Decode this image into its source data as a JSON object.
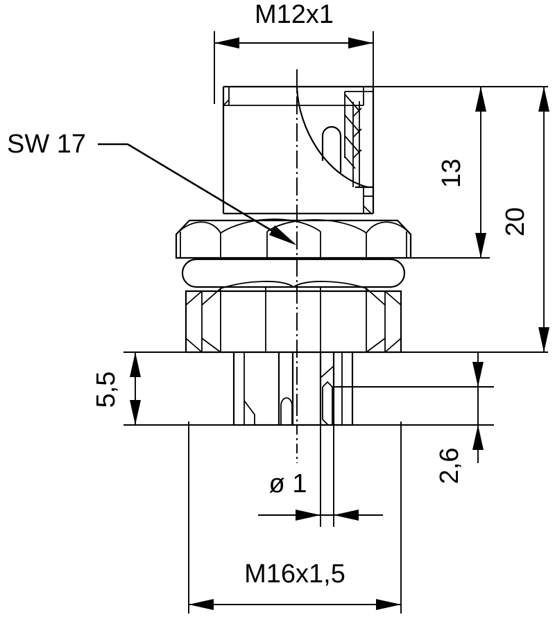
{
  "drawing": {
    "title": "Technical drawing - threaded sensor fitting",
    "background_color": "#ffffff",
    "line_color": "#000000",
    "dimensions": {
      "top_thread": {
        "label": "M12x1",
        "name": "top-thread-dimension"
      },
      "height_13": {
        "label": "13",
        "name": "height-13-dimension"
      },
      "height_20": {
        "label": "20",
        "name": "height-20-dimension"
      },
      "depth_55": {
        "label": "5,5",
        "name": "depth-5-5-dimension"
      },
      "depth_26": {
        "label": "2,6",
        "name": "depth-2-6-dimension"
      },
      "bore_diameter": {
        "label": "ø 1",
        "name": "bore-diameter-dimension"
      },
      "bottom_thread": {
        "label": "M16x1,5",
        "name": "bottom-thread-dimension"
      }
    },
    "annotations": {
      "wrench_size": {
        "label": "SW 17",
        "name": "wrench-size-callout"
      }
    }
  }
}
